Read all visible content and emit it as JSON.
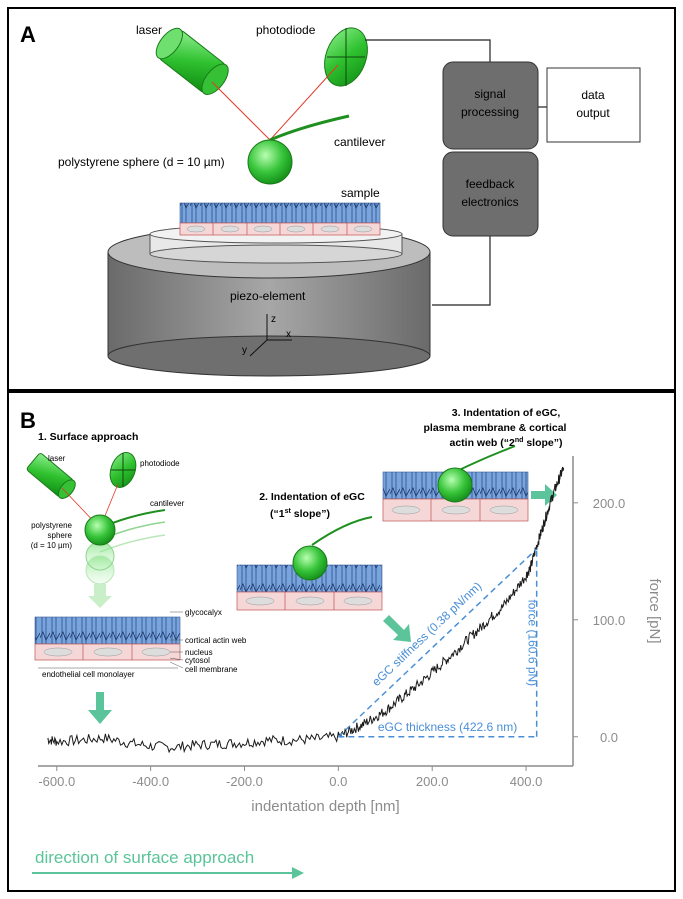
{
  "panel_a": {
    "letter": "A",
    "laser": "laser",
    "photodiode": "photodiode",
    "cantilever": "cantilever",
    "sphere": "polystyrene sphere (d = 10 µm)",
    "sample": "sample",
    "piezo": "piezo-element",
    "axis_z": "z",
    "axis_x": "x",
    "axis_y": "y",
    "signal_1": "signal",
    "signal_2": "processing",
    "data_1": "data",
    "data_2": "output",
    "feedback_1": "feedback",
    "feedback_2": "electronics"
  },
  "panel_b": {
    "letter": "B",
    "step1": "1. Surface approach",
    "laser": "laser",
    "photodiode": "photodiode",
    "cantilever": "cantilever",
    "sphere_1": "polystyrene",
    "sphere_2": "sphere",
    "sphere_3": "(d = 10 µm)",
    "glycocalyx": "glycocalyx",
    "actin": "cortical actin web",
    "nucleus": "nucleus",
    "cytosol": "cytosol",
    "membrane": "cell membrane",
    "monolayer": "endothelial cell monolayer",
    "step2_1": "2. Indentation of eGC",
    "step2_2": "(“1",
    "step2_sup": "st",
    "step2_3": " slope”)",
    "step3_1": "3. Indentation of eGC,",
    "step3_2": "plasma membrane & cortical",
    "step3_3": "actin web (“2",
    "step3_sup": "nd",
    "step3_4": " slope”)",
    "stiffness_label": "eGC stiffness (0.38 pN/nm)",
    "force_label": "force (160.6 pN)",
    "thickness_label": "eGC thickness (422.6 nm)",
    "direction": "direction of surface approach"
  },
  "chart_data": {
    "type": "line",
    "xlabel": "indentation depth [nm]",
    "ylabel": "force [pN]",
    "x_ticks": [
      "-600.0",
      "-400.0",
      "-200.0",
      "0.0",
      "200.0",
      "400.0"
    ],
    "y_ticks": [
      "0.0",
      "100.0",
      "200.0"
    ],
    "xlim": [
      -640,
      500
    ],
    "ylim": [
      -25,
      240
    ],
    "series": [
      {
        "x": [
          -620,
          -600,
          -550,
          -500,
          -450,
          -400,
          -350,
          -300,
          -250,
          -200,
          -150,
          -100,
          -50,
          0,
          25,
          50,
          75,
          100,
          125,
          150,
          175,
          200,
          225,
          250,
          275,
          300,
          325,
          350,
          375,
          400,
          410,
          420,
          430,
          440,
          450,
          460,
          470,
          480
        ],
        "y": [
          -2,
          -4,
          -3,
          -1,
          -5,
          -8,
          -9,
          -7,
          -6,
          -5,
          -3,
          -3,
          -2,
          0,
          5,
          10,
          16,
          22,
          30,
          38,
          46,
          55,
          64,
          73,
          83,
          92,
          102,
          111,
          124,
          138,
          145,
          160,
          172,
          185,
          198,
          210,
          220,
          230
        ]
      }
    ],
    "annotations": {
      "stiffness_slope_pN_per_nm": 0.38,
      "force_pN": 160.6,
      "thickness_nm": 422.6
    },
    "colors": {
      "data": "#1a1a1a",
      "annotation": "#4a8fd6",
      "axis": "#8c8c8c",
      "arrow": "#5cc49a"
    }
  }
}
